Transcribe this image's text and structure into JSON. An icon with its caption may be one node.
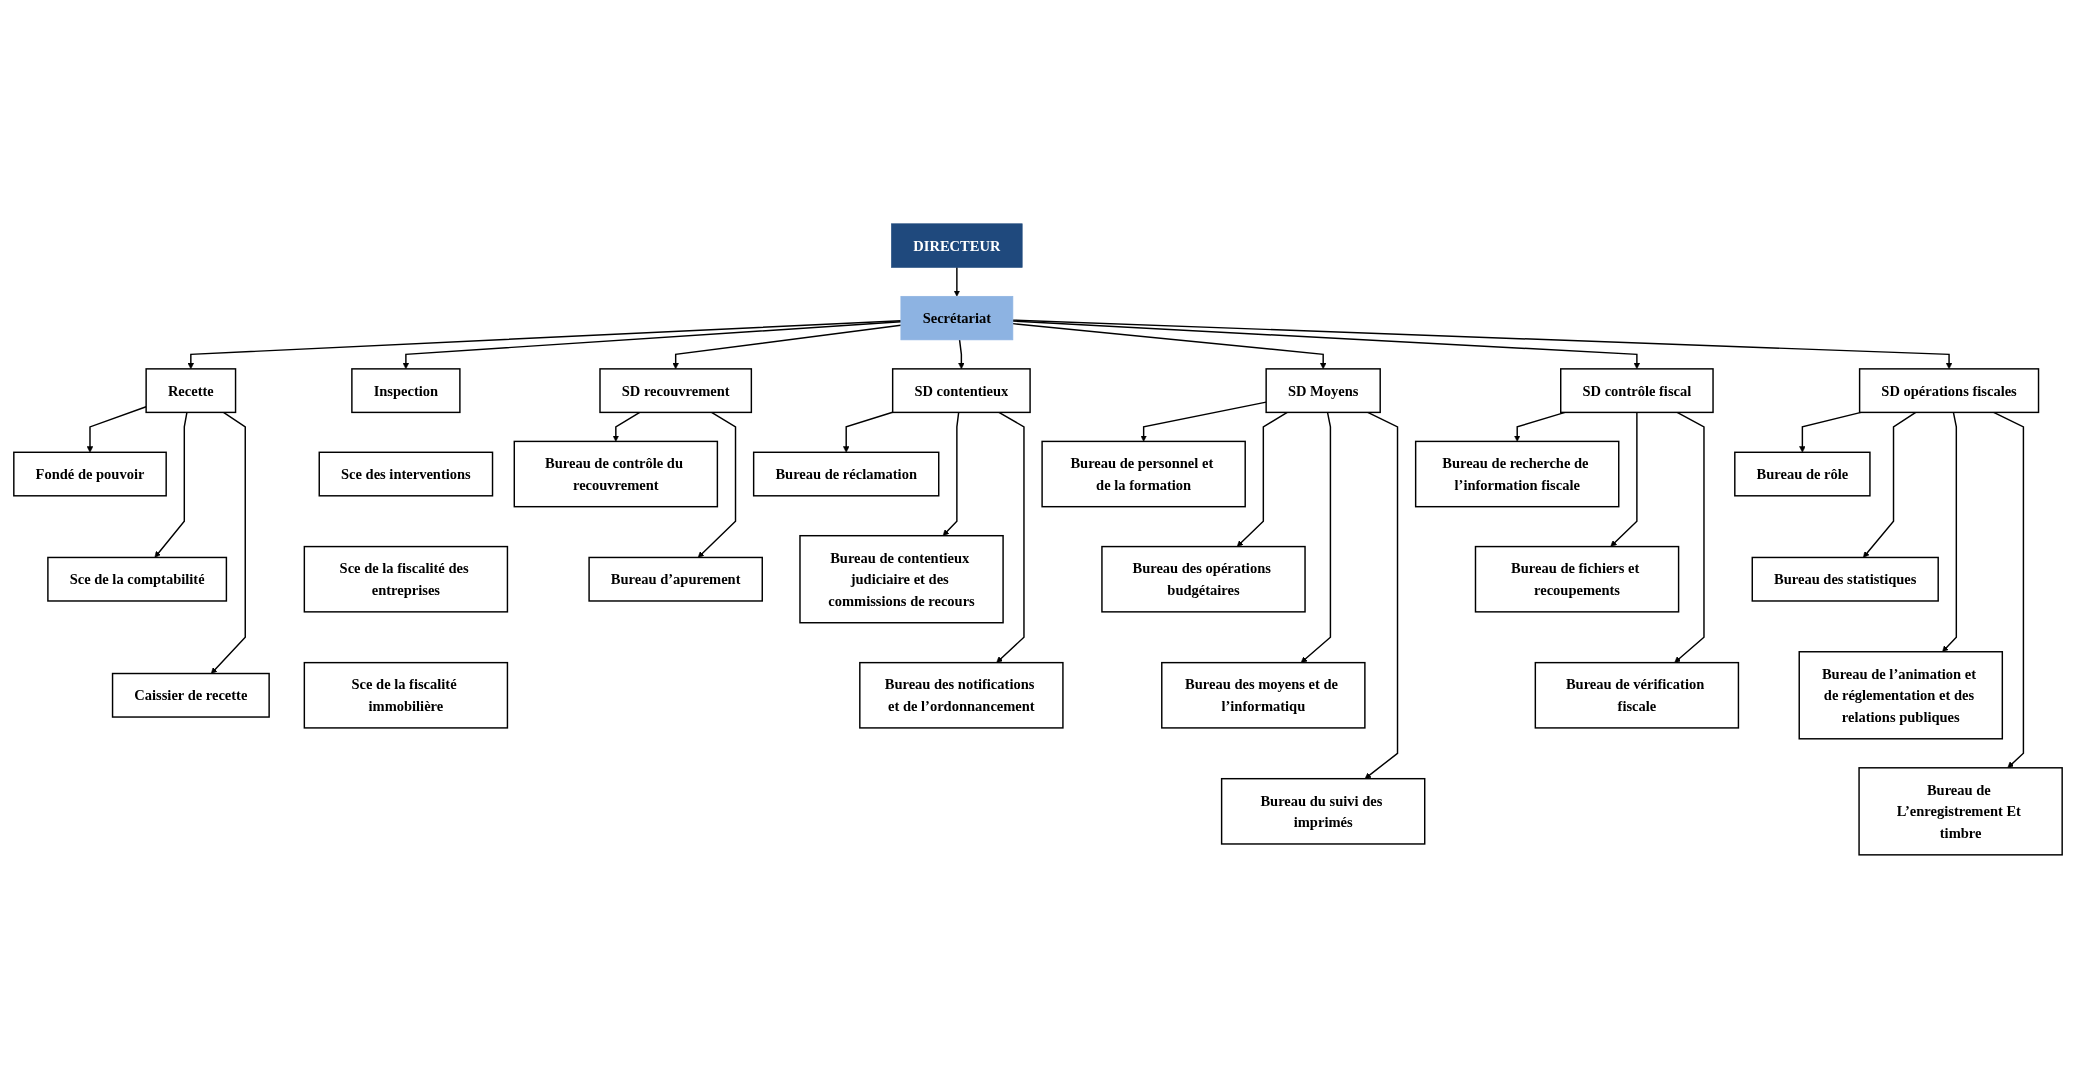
{
  "diagram": {
    "nodes": [
      {
        "text": [
          "DIRECTEUR"
        ]
      },
      {
        "text": [
          "Secrétariat"
        ]
      },
      {
        "text": [
          "Recette"
        ]
      },
      {
        "text": [
          "Inspection"
        ]
      },
      {
        "text": [
          "SD recouvrement"
        ]
      },
      {
        "text": [
          "SD contentieux"
        ]
      },
      {
        "text": [
          "SD Moyens"
        ]
      },
      {
        "text": [
          "SD contrôle fiscal"
        ]
      },
      {
        "text": [
          "SD opérations fiscales"
        ]
      },
      {
        "text": [
          "Fondé de pouvoir"
        ]
      },
      {
        "text": [
          "Sce de la comptabilité"
        ]
      },
      {
        "text": [
          "Caissier de recette"
        ]
      },
      {
        "text": [
          "Bureau de contrôle du recouvrement"
        ]
      },
      {
        "text": [
          "Bureau d’apurement"
        ]
      },
      {
        "text": [
          "Bureau de réclamation"
        ]
      },
      {
        "text": [
          "Bureau de contentieux judiciaire et des commissions de recours"
        ]
      },
      {
        "text": [
          "Bureau des notifications et de l’ordonnancement"
        ]
      },
      {
        "text": [
          "Bureau de personnel et de la formation"
        ]
      },
      {
        "text": [
          "Bureau des opérations budgétaires"
        ]
      },
      {
        "text": [
          "Bureau des moyens et de l’informatiqu"
        ]
      },
      {
        "text": [
          "Bureau du suivi des imprimés"
        ]
      },
      {
        "text": [
          "Bureau de recherche de l’information fiscale"
        ]
      },
      {
        "text": [
          "Bureau de fichiers et recoupements"
        ]
      },
      {
        "text": [
          "Bureau de vérification fiscale"
        ]
      },
      {
        "text": [
          "Bureau de rôle"
        ]
      },
      {
        "text": [
          "Bureau des statistiques"
        ]
      },
      {
        "text": [
          "Bureau de l’animation et de réglementation et des relations publiques"
        ]
      },
      {
        "text": [
          "Bureau de L’enregistrement Et timbre"
        ]
      },
      {
        "text": [
          "Sce des interventions"
        ]
      },
      {
        "text": [
          "Sce de la fiscalité des entreprises"
        ]
      },
      {
        "text": [
          "Sce de la fiscalité immobilière"
        ]
      }
    ],
    "edges": [
      {
        "from": 0,
        "to": 1,
        "arrow": "to"
      },
      {
        "from": 1,
        "to": 2,
        "arrow": "to"
      },
      {
        "from": 1,
        "to": 3,
        "arrow": "to"
      },
      {
        "from": 1,
        "to": 4,
        "arrow": "to"
      },
      {
        "from": 1,
        "to": 5,
        "arrow": "to"
      },
      {
        "from": 1,
        "to": 6,
        "arrow": "to"
      },
      {
        "from": 1,
        "to": 7,
        "arrow": "to"
      },
      {
        "from": 1,
        "to": 8,
        "arrow": "to"
      },
      {
        "from": 2,
        "to": 9,
        "arrow": "to"
      },
      {
        "from": 2,
        "to": 10,
        "arrow": "to"
      },
      {
        "from": 2,
        "to": 11,
        "arrow": "to"
      },
      {
        "from": 4,
        "to": 12,
        "arrow": "to"
      },
      {
        "from": 4,
        "to": 13,
        "arrow": "to"
      },
      {
        "from": 5,
        "to": 14,
        "arrow": "to"
      },
      {
        "from": 5,
        "to": 15,
        "arrow": "to"
      },
      {
        "from": 5,
        "to": 16,
        "arrow": "to"
      },
      {
        "from": 6,
        "to": 17,
        "arrow": "to"
      },
      {
        "from": 6,
        "to": 18,
        "arrow": "to"
      },
      {
        "from": 6,
        "to": 19,
        "arrow": "to"
      },
      {
        "from": 6,
        "to": 20,
        "arrow": "to"
      },
      {
        "from": 7,
        "to": 21,
        "arrow": "to"
      },
      {
        "from": 7,
        "to": 22,
        "arrow": "to"
      },
      {
        "from": 7,
        "to": 23,
        "arrow": "to"
      },
      {
        "from": 8,
        "to": 24,
        "arrow": "to"
      },
      {
        "from": 8,
        "to": 25,
        "arrow": "to"
      },
      {
        "from": 8,
        "to": 26,
        "arrow": "to"
      },
      {
        "from": 8,
        "to": 27,
        "arrow": "to"
      }
    ]
  }
}
